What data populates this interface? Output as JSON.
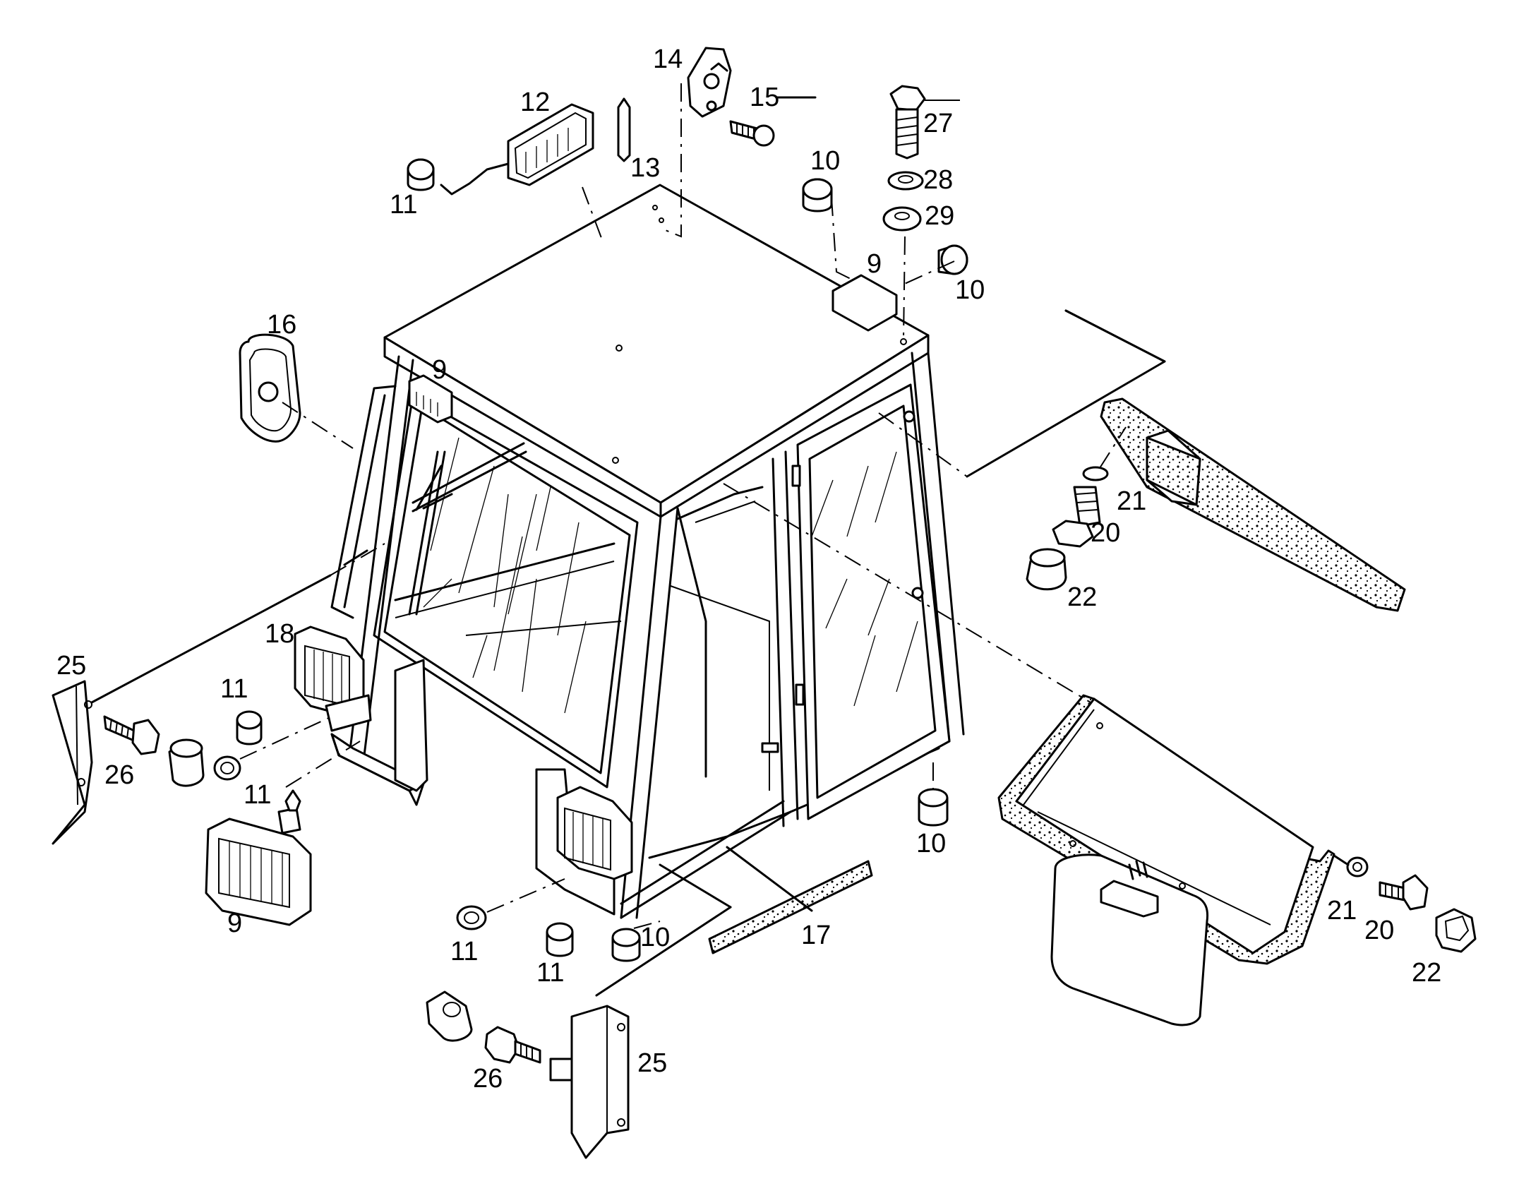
{
  "callouts": {
    "c9a": "9",
    "c9b": "9",
    "c9c": "9",
    "c10a": "10",
    "c10b": "10",
    "c10c": "10",
    "c10d": "10",
    "c11a": "11",
    "c11b": "11",
    "c11c": "11",
    "c11d": "11",
    "c11e": "11",
    "c12": "12",
    "c13": "13",
    "c14": "14",
    "c15": "15",
    "c16": "16",
    "c17": "17",
    "c18": "18",
    "c20a": "20",
    "c20b": "20",
    "c21a": "21",
    "c21b": "21",
    "c22a": "22",
    "c22b": "22",
    "c25a": "25",
    "c25b": "25",
    "c26a": "26",
    "c26b": "26",
    "c27": "27",
    "c28": "28",
    "c29": "29"
  }
}
